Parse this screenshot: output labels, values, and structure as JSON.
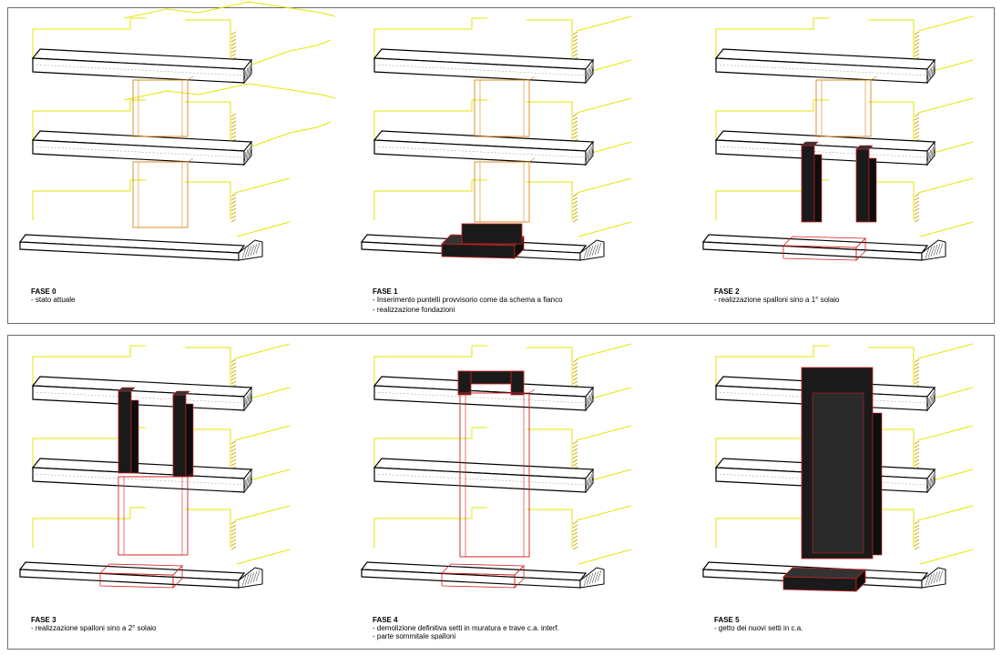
{
  "colors": {
    "structure": "#000000",
    "existing_masonry": "#e6e600",
    "existing_opening": "#d9881c",
    "new_concrete": "#1a1a1a",
    "concrete_outline": "#d21f1f",
    "frame": "#6b6b6b"
  },
  "panels": [
    {
      "title": "FASE 0",
      "lines": [
        "- stato attuale"
      ]
    },
    {
      "title": "FASE 1",
      "lines": [
        "- Inserimento puntelli provvisorio come da schema a fianco",
        "- realizzazione fondazioni"
      ]
    },
    {
      "title": "FASE 2",
      "lines": [
        "- realizzazione spalloni sino a 1° solaio"
      ]
    },
    {
      "title": "FASE 3",
      "lines": [
        "- realizzazione spalloni sino a 2° solaio"
      ]
    },
    {
      "title": "FASE 4",
      "lines": [
        "- demolizione definitiva setti in muratura e trave c.a. interf.",
        "- parte sommitale spalloni"
      ]
    },
    {
      "title": "FASE 5",
      "lines": [
        "- getto dei nuovi setti in c.a."
      ]
    }
  ]
}
